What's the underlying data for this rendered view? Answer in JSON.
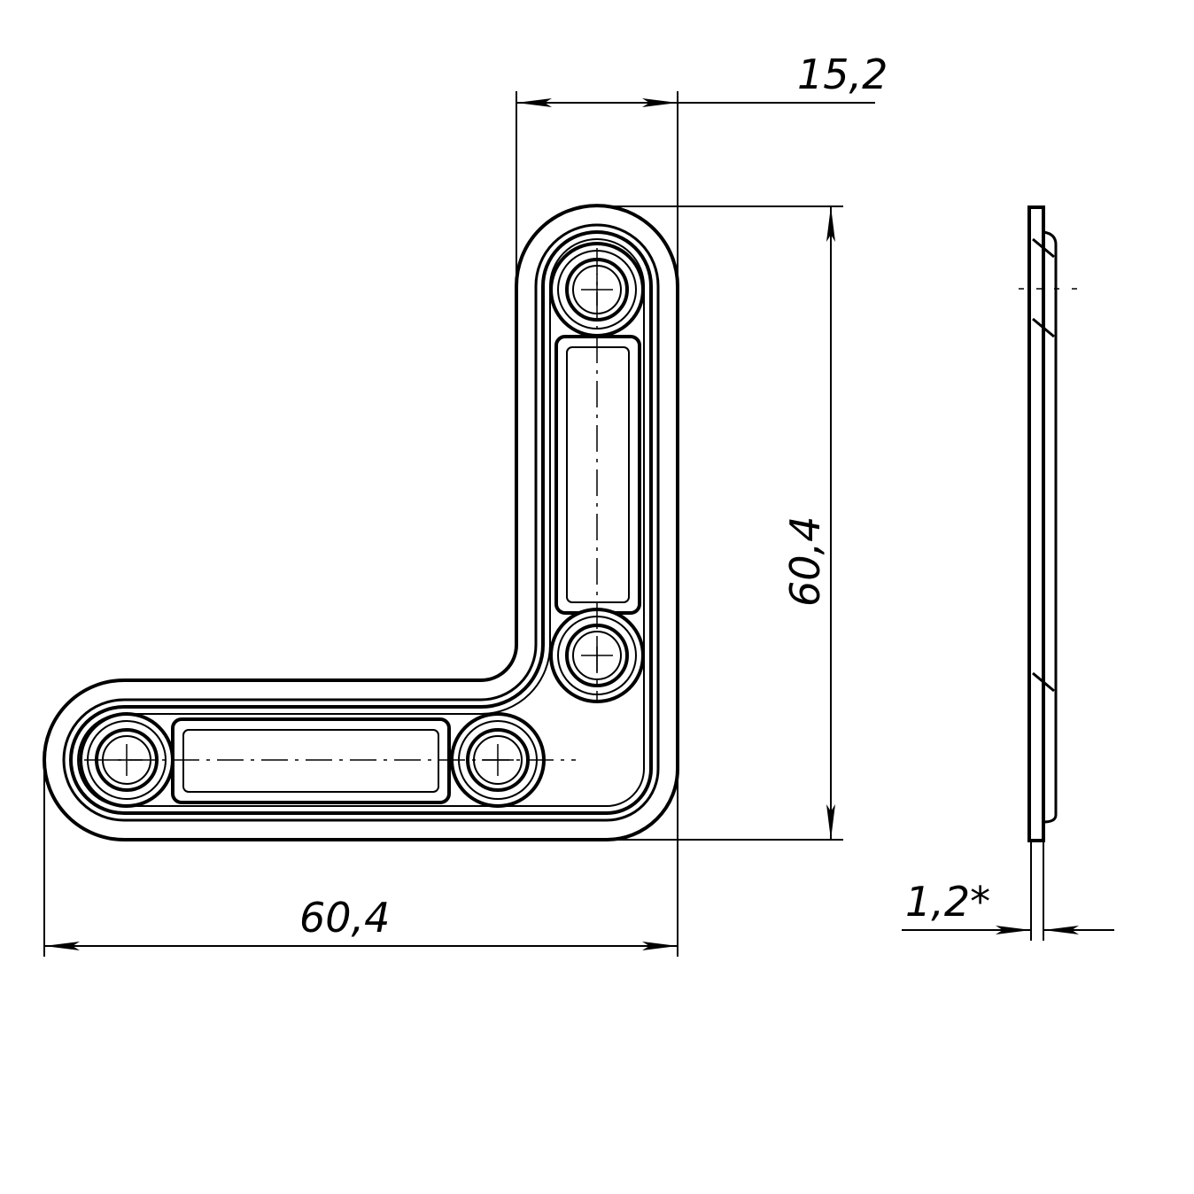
{
  "drawing": {
    "dimensions": {
      "arm_width": "15,2",
      "height": "60,4",
      "length": "60,4",
      "thickness": "1,2*"
    },
    "line_color": "#000000",
    "background": "#ffffff"
  }
}
